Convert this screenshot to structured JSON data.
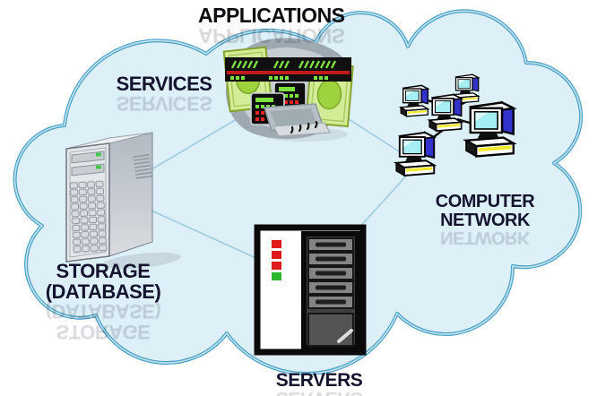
{
  "diagram": {
    "type": "cloud-computing-diagram",
    "labels": {
      "applications": "APPLICATIONS",
      "services": "SERVICES",
      "computer_network_line1": "COMPUTER",
      "computer_network_line2": "NETWORK",
      "storage": "STORAGE (DATABASE)",
      "servers": "SERVERS"
    },
    "icons": {
      "cloud": "cloud-shape",
      "applications": "applications-devices-icon",
      "storage": "server-tower-icon",
      "servers": "server-rack-icon",
      "network": "computer-network-icon"
    },
    "connections": [
      {
        "from": "applications",
        "to": "storage"
      },
      {
        "from": "storage",
        "to": "servers"
      },
      {
        "from": "servers",
        "to": "computer-network"
      },
      {
        "from": "applications",
        "to": "computer-network"
      }
    ],
    "colors": {
      "cloud_fill": "#DDEFF7",
      "cloud_outline": "#4A9FC3",
      "cloud_outline_highlight": "#BFE4F0",
      "connector_line": "#9FCBDF",
      "label_text": "#14142F",
      "pc_blue": "#3333CC",
      "pc_screen_cyan": "#A5EEF2",
      "pc_base_yellow": "#F2EA30",
      "led_red": "#DE1A1A",
      "led_green": "#2AB52A",
      "bill_green_light": "#D3EC96",
      "bill_green_dark": "#9ED23F",
      "rack_gray": "#848484"
    }
  }
}
